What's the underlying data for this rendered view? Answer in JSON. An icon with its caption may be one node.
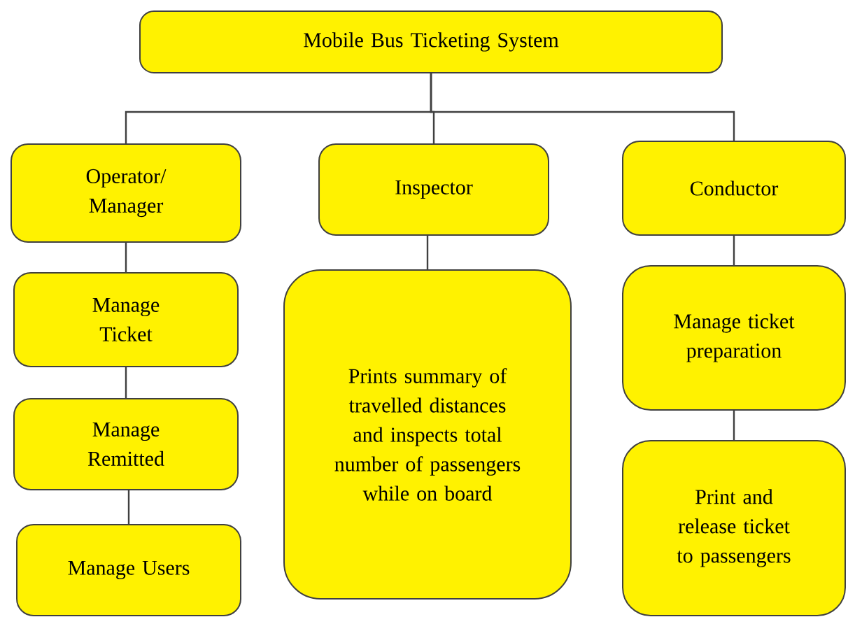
{
  "diagram": {
    "nodes": [
      {
        "text": [
          "Mobile Bus Ticketing System"
        ]
      },
      {
        "text": [
          "Operator/ Manager"
        ]
      },
      {
        "text": [
          "Inspector"
        ]
      },
      {
        "text": [
          "Conductor"
        ]
      },
      {
        "text": [
          "Manage Ticket"
        ]
      },
      {
        "text": [
          "Manage Remitted"
        ]
      },
      {
        "text": [
          "Manage Users"
        ]
      },
      {
        "text": [
          "Prints summary of travelled distances and inspects total number of passengers while on board"
        ]
      },
      {
        "text": [
          "Manage ticket preparation"
        ]
      },
      {
        "text": [
          "Print and release ticket to passengers"
        ]
      }
    ],
    "edges": [
      {
        "from": 0,
        "to": 1,
        "arrow": "none"
      },
      {
        "from": 0,
        "to": 2,
        "arrow": "none"
      },
      {
        "from": 0,
        "to": 3,
        "arrow": "none"
      },
      {
        "from": 1,
        "to": 4,
        "arrow": "none"
      },
      {
        "from": 4,
        "to": 5,
        "arrow": "none"
      },
      {
        "from": 5,
        "to": 6,
        "arrow": "none"
      },
      {
        "from": 2,
        "to": 7,
        "arrow": "none"
      },
      {
        "from": 3,
        "to": 8,
        "arrow": "none"
      },
      {
        "from": 8,
        "to": 9,
        "arrow": "none"
      }
    ]
  }
}
